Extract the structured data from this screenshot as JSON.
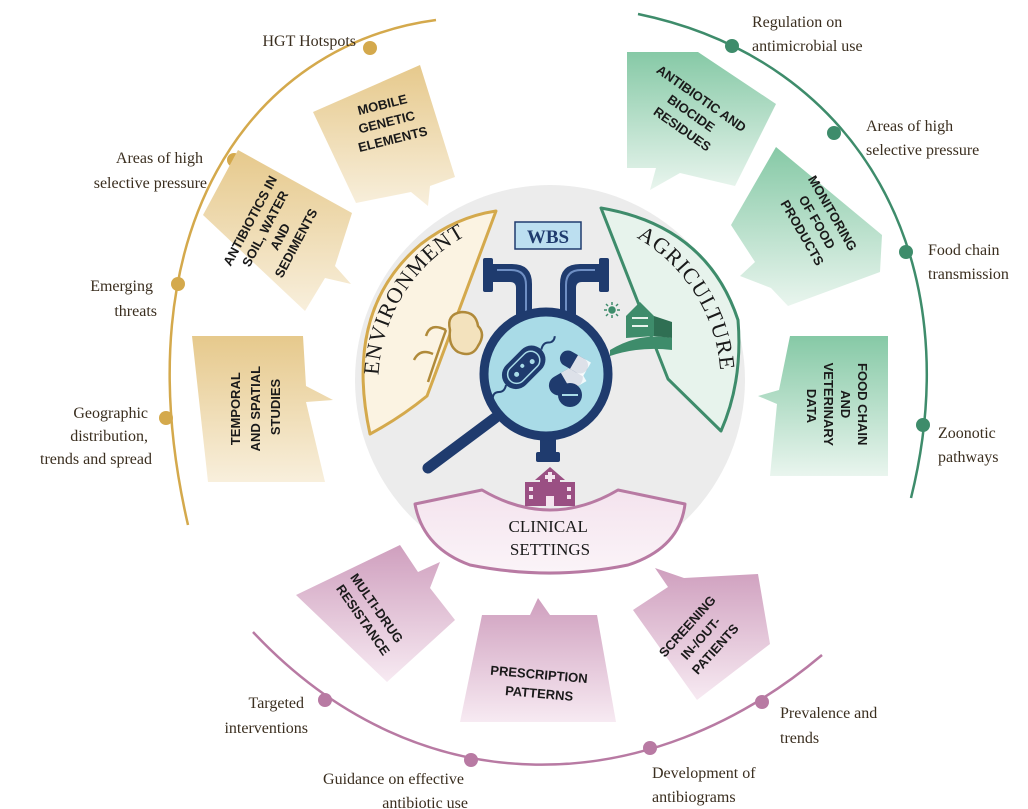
{
  "center": {
    "badge": "WBS"
  },
  "sectors": {
    "environment": "ENVIRONMENT",
    "agriculture": "AGRICULTURE",
    "clinical": [
      "CLINICAL",
      "SETTINGS"
    ]
  },
  "environment_boxes": [
    [
      "MOBILE",
      "GENETIC",
      "ELEMENTS"
    ],
    [
      "ANTIBIOTICS IN",
      "SOIL, WATER",
      "AND",
      "SEDIMENTS"
    ],
    [
      "TEMPORAL",
      "AND SPATIAL",
      "STUDIES"
    ]
  ],
  "agriculture_boxes": [
    [
      "ANTIBIOTIC AND",
      "BIOCIDE",
      "RESIDUES"
    ],
    [
      "MONITORING",
      "OF FOOD",
      "PRODUCTS"
    ],
    [
      "FOOD CHAIN",
      "AND",
      "VETERINARY",
      "DATA"
    ]
  ],
  "clinical_boxes": [
    [
      "MULTI-DRUG",
      "RESISTANCE"
    ],
    [
      "PRESCRIPTION",
      "PATTERNS"
    ],
    [
      "SCREENING",
      "IN-/OUT-",
      "PATIENTS"
    ]
  ],
  "environment_outer": [
    [
      "HGT Hotspots"
    ],
    [
      "Areas of high",
      "selective pressure"
    ],
    [
      "Emerging",
      "threats"
    ],
    [
      "Geographic",
      "distribution,",
      "trends and spread"
    ]
  ],
  "agriculture_outer": [
    [
      "Regulation on",
      "antimicrobial use"
    ],
    [
      "Areas of high",
      "selective pressure"
    ],
    [
      "Food chain",
      "transmission"
    ],
    [
      "Zoonotic",
      "pathways"
    ]
  ],
  "clinical_outer": [
    [
      "Targeted",
      "interventions"
    ],
    [
      "Guidance on effective",
      "antibiotic use"
    ],
    [
      "Development of",
      "antibiograms"
    ],
    [
      "Prevalence and",
      "trends"
    ]
  ],
  "colors": {
    "environment": "#d4a94c",
    "agriculture": "#3e8c6b",
    "clinical": "#b87aa3",
    "navy": "#1f3b6e",
    "center_disc": "#ececec"
  }
}
